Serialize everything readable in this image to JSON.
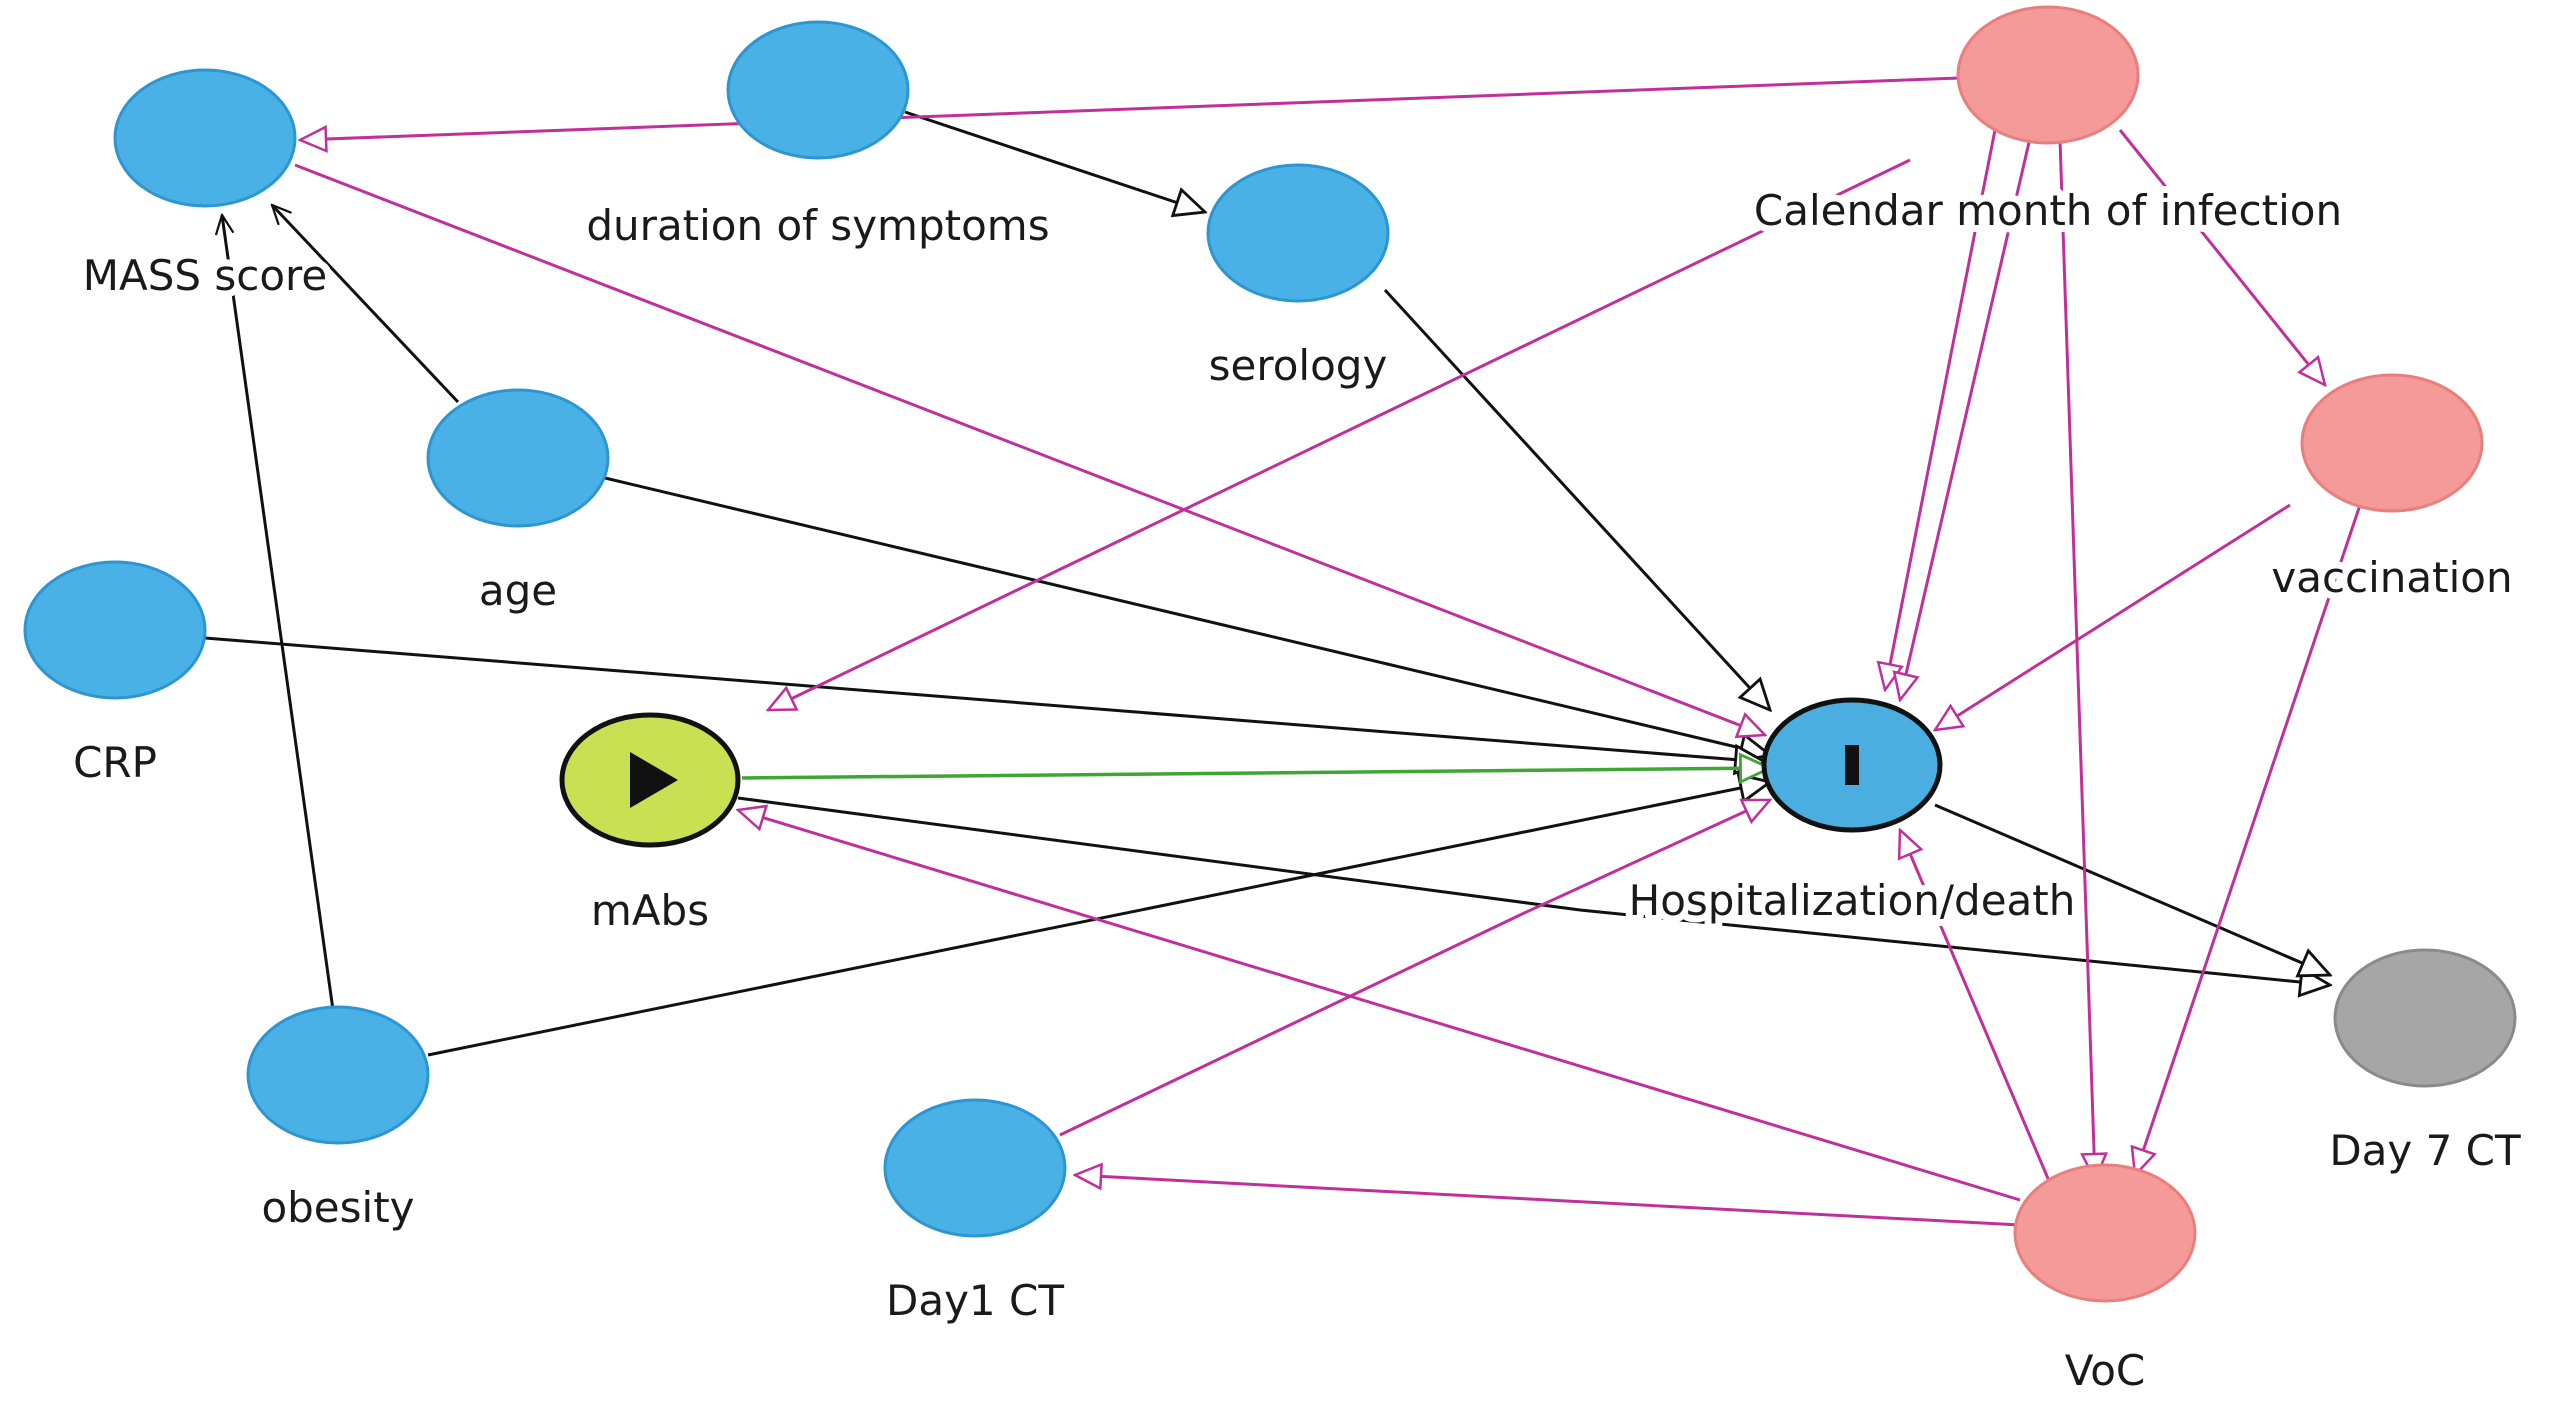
{
  "colors": {
    "exposure": "#c9e052",
    "outcome": "#4aaee0",
    "ancestor": "#49b1e6",
    "adjusted": "#f49a98",
    "other": "#a6a6a6",
    "causal_path": "#3fa535",
    "biasing_path": "#c0309a",
    "other_path": "#111111"
  },
  "nodes": {
    "mass": {
      "label": "MASS score",
      "type": "ancestor"
    },
    "duration": {
      "label": "duration of symptoms",
      "type": "ancestor"
    },
    "serology": {
      "label": "serology",
      "type": "ancestor"
    },
    "calendar": {
      "label": "Calendar month of infection",
      "type": "adjusted"
    },
    "age": {
      "label": "age",
      "type": "ancestor"
    },
    "vacc": {
      "label": "vaccination",
      "type": "adjusted"
    },
    "crp": {
      "label": "CRP",
      "type": "ancestor"
    },
    "mabs": {
      "label": "mAbs",
      "type": "exposure",
      "icon": "play-icon"
    },
    "hosp": {
      "label": "Hospitalization/death",
      "type": "outcome",
      "icon": "bar-icon"
    },
    "obesity": {
      "label": "obesity",
      "type": "ancestor"
    },
    "day1": {
      "label": "Day1 CT",
      "type": "ancestor"
    },
    "day7": {
      "label": "Day 7 CT",
      "type": "other"
    },
    "voc": {
      "label": "VoC",
      "type": "adjusted"
    }
  }
}
